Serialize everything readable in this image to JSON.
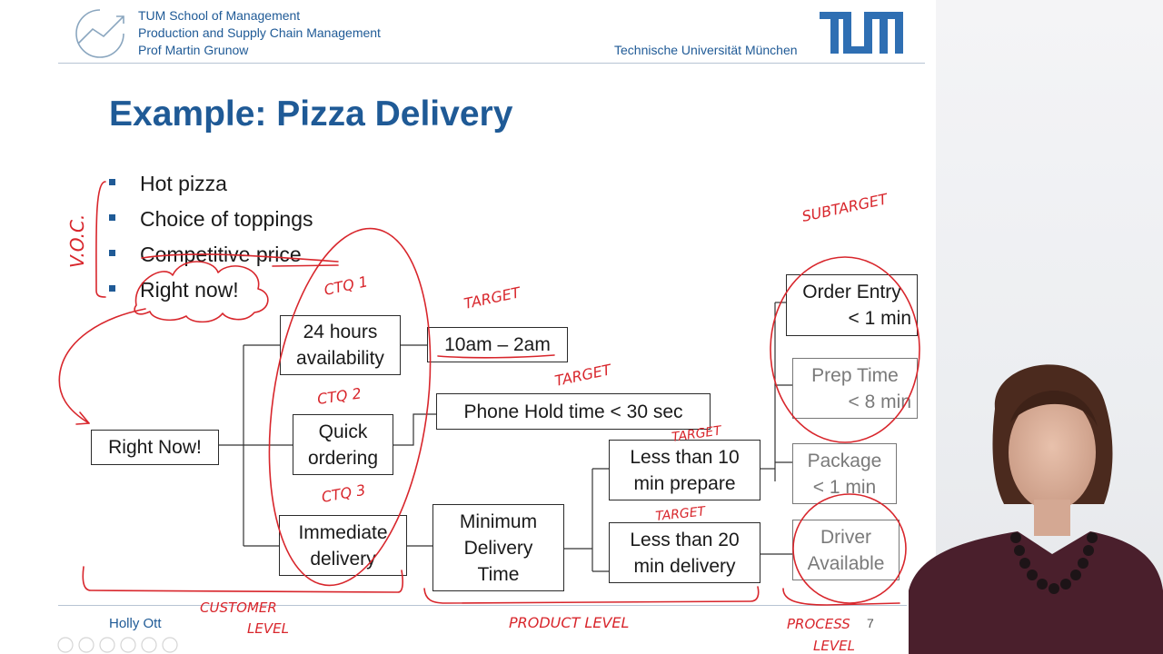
{
  "header": {
    "lines": [
      "TUM School of Management",
      "Production and Supply Chain Management",
      "Prof Martin Grunow"
    ],
    "university": "Technische Universität München",
    "logo_text": "TUM"
  },
  "title": "Example: Pizza Delivery",
  "bullets": [
    "Hot pizza",
    "Choice of toppings",
    "Competitive price",
    "Right now!"
  ],
  "diagram": {
    "root": "Right Now!",
    "ctq": [
      "24 hours availability",
      "Quick ordering",
      "Immediate delivery"
    ],
    "targets": [
      "10am – 2am",
      "Phone Hold time < 30 sec"
    ],
    "min_delivery": "Minimum Delivery Time",
    "sub": [
      "Less than 10 min prepare",
      "Less than 20 min delivery"
    ],
    "process": {
      "order_entry": [
        "Order Entry",
        "< 1 min"
      ],
      "prep_time": [
        "Prep Time",
        "< 8 min"
      ],
      "package": [
        "Package",
        "< 1 min"
      ],
      "driver": [
        "Driver",
        "Available"
      ]
    }
  },
  "annotations": {
    "voc": "V.O.C.",
    "ctq1": "CTQ 1",
    "ctq2": "CTQ 2",
    "ctq3": "CTQ 3",
    "target": "TARGET",
    "subtarget": "SUBTARGET",
    "customer_level": [
      "CUSTOMER",
      "LEVEL"
    ],
    "product_level": "PRODUCT LEVEL",
    "process_level": [
      "PROCESS",
      "LEVEL"
    ]
  },
  "footer": {
    "presenter": "Holly Ott",
    "page_number": "7"
  },
  "colors": {
    "title": "#1f5a96",
    "brand": "#1f5a96",
    "ink": "#d8262c"
  }
}
